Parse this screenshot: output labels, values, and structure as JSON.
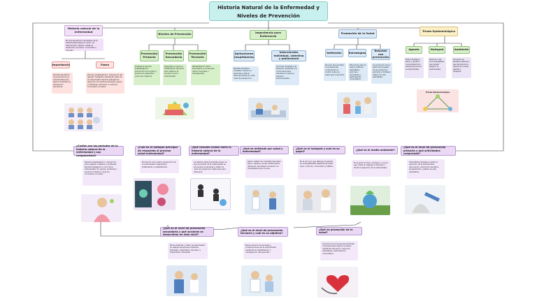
{
  "title": "Historia Natural de la Enfermedad y Niveles de Prevención",
  "top": {
    "historia": {
      "header": "Historia natural de la enfermedad",
      "body": "Es una secuencia cronológica de la enfermedad desde su inicio, sin intervención médica, hasta su resolución (curación, cronicidad o muerte).",
      "importancia": {
        "label": "Importancia",
        "body": "Permite identificar los periodos de la enfermedad para aplicar medidas de prevención oportunas."
      },
      "fases": {
        "label": "Fases",
        "body": "Periodo prepatogénico: interacción del agente, huésped y ambiente antes de la enfermedad. Periodo patogénico: aparición de cambios tisulares, signos y síntomas, evolución a curación, cronicidad o muerte."
      }
    },
    "niveles": {
      "header": "Niveles de Prevención",
      "primaria": {
        "label": "Prevención Primaria",
        "body": "Dirigida al periodo prepatogénico: promoción de la salud y protección específica (vacunas, higiene)."
      },
      "secundaria": {
        "label": "Prevención Secundaria",
        "body": "Diagnóstico precoz y tratamiento oportuno para detener la evolución de la enfermedad."
      },
      "terciaria": {
        "label": "Prevención Terciaria",
        "body": "Rehabilitación física, psicológica y social para reducir secuelas y discapacidad."
      }
    },
    "importancia": {
      "header": "Importancia para Enfermería",
      "aplicaciones": {
        "label": "Aplicaciones hospitalarias",
        "body": "Permite planificar cuidados, educar al paciente y aplicar intervenciones en cada nivel de prevención."
      },
      "intervencion": {
        "label": "Intervención individual, colectiva y poblacional",
        "body": "Acciones dirigidas a la persona, la familia y la comunidad para mantener la salud y prevenir enfermedades."
      }
    },
    "promocion": {
      "header": "Promoción de la Salud",
      "definicion": {
        "label": "Definición",
        "body": "Proceso que permite a las personas incrementar el control sobre su salud para mejorarla."
      },
      "estrategias": {
        "label": "Estrategias",
        "body": "Educación para la salud, políticas saludables, entornos favorables y participación comunitaria."
      },
      "relacion": {
        "label": "Relación con prevención",
        "body": "La promoción de la salud forma parte de la prevención primaria y fortalece estilos de vida saludables."
      }
    },
    "triada": {
      "header": "Triada Epidemiológica",
      "agente": {
        "label": "Agente",
        "body": "Factor biológico, físico o químico cuya presencia o ausencia provoca la enfermedad."
      },
      "huesped": {
        "label": "Huésped",
        "body": "Persona o ser vivo susceptible que puede adquirir la enfermedad."
      },
      "ambiente": {
        "label": "Ambiente",
        "body": "Conjunto de factores externos que favorecen la interacción entre agente y huésped."
      },
      "diagram_title": "Triada Epidemiológica"
    }
  },
  "questions_row1": [
    {
      "q": "¿Cuáles son los periodos de la historia natural de la enfermedad y sus componentes?",
      "a": "Periodo prepatogénico: interacción entre agente, huésped y ambiente. Periodo patogénico: inicio de la enfermedad con signos, síntomas y evolución hasta la curación, cronicidad o muerte."
    },
    {
      "q": "¿Cuál es el enfoque principal de respuesta al proceso salud-enfermedad?",
      "a": "Promoción de la salud, prevención de la enfermedad, diagnóstico, tratamiento y rehabilitación."
    },
    {
      "q": "¿Qué relación existe entre la historia natural de la enfermedad?",
      "a": "La historia natural permite ubicar en qué momento de la enfermedad se encuentra el paciente y definir el nivel de prevención adecuado para intervenir."
    },
    {
      "q": "¿Qué se entiende por salud y enfermedad?",
      "a": "Salud: estado de completo bienestar físico, mental y social. Enfermedad: alteración del estado de salud con manifestaciones clínicas."
    },
    {
      "q": "¿Qué es el huésped y cuál es su papel?",
      "a": "Es el ser vivo que alberga al agente; su susceptibilidad depende de edad, sexo, nutrición, inmunidad y hábitos."
    },
    {
      "q": "¿Qué es el medio ambiente?",
      "a": "Es el entorno físico, biológico y social que rodea al huésped y favorece o limita la aparición de la enfermedad."
    },
    {
      "q": "¿Qué es el nivel de prevención primaria y qué actividades comprende?",
      "a": "Actividades dirigidas a evitar la aparición de la enfermedad: vacunación, educación sanitaria, saneamiento y estilos de vida saludables."
    }
  ],
  "questions_row2": [
    {
      "q": "¿Qué es el nivel de prevención secundaria y qué acciones se desarrollan en este nivel?",
      "a": "Busca detectar y tratar la enfermedad en etapas tempranas mediante tamizajes, diagnóstico oportuno y tratamiento inmediato."
    },
    {
      "q": "¿Qué es el nivel de prevención terciaria y cuál es su objetivo?",
      "a": "Busca reducir las secuelas y complicaciones de la enfermedad mediante la rehabilitación y reintegración del paciente."
    },
    {
      "q": "¿Qué es promoción de la salud?",
      "a": "Conjunto de acciones que permiten a las personas mejorar su salud mediante educación, entornos saludables y participación comunitaria."
    }
  ]
}
